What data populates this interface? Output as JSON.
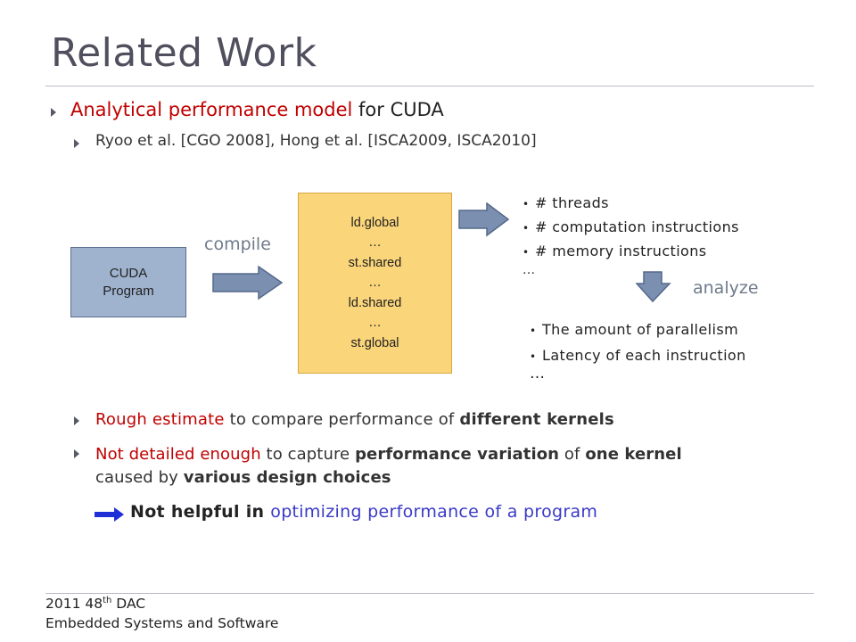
{
  "slide": {
    "title": "Related Work",
    "bullet1": {
      "red_text": "Analytical performance model",
      "rest_text": " for CUDA"
    },
    "sub_bullet1": "Ryoo et al. [CGO 2008], Hong et al. [ISCA2009, ISCA2010]",
    "diagram": {
      "cuda_box_line1": "CUDA",
      "cuda_box_line2": "Program",
      "compile_label": "compile",
      "code_lines": [
        "ld.global",
        "…",
        "st.shared",
        "…",
        "ld.shared",
        "…",
        "st.global"
      ],
      "metrics": [
        "# threads",
        "# computation instructions",
        "# memory instructions"
      ],
      "metrics_more": "…",
      "analyze_label": "analyze",
      "results": [
        "The amount of parallelism",
        "Latency of each instruction"
      ],
      "results_more": "…"
    },
    "bullet2": {
      "part1_red": "Rough estimate",
      "part2": " to compare performance of ",
      "part3_bold": "different kernels"
    },
    "bullet3": {
      "part1_red": "Not detailed enough",
      "part2": " to capture ",
      "part3_bold": "performance variation",
      "part4": " of ",
      "part5_bold": "one kernel",
      "line2_part1": "caused by ",
      "line2_part2_bold": "various design choices"
    },
    "conclusion": {
      "part1_bold": "Not helpful in ",
      "part2_blue": "optimizing performance of a program"
    },
    "footer": {
      "line1_prefix": "2011 48",
      "line1_sup": "th",
      "line1_suffix": " DAC",
      "line2": "Embedded Systems and Software"
    }
  }
}
